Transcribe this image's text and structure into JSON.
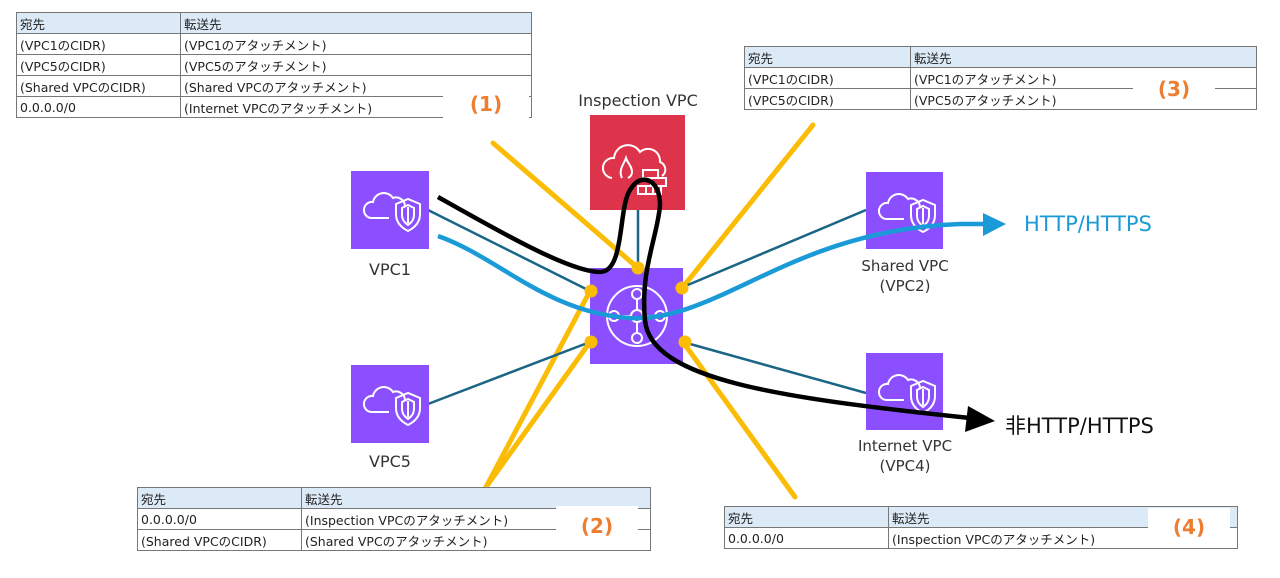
{
  "colors": {
    "vpc_purple": "#8c4fff",
    "inspection_red": "#dd344c",
    "attachment_yellow": "#fbbc05",
    "link_teal": "#1b6585",
    "http_blue": "#1a9bd7",
    "non_http_black": "#000000",
    "table_header_bg": "#dce9f6",
    "tag_orange": "#ed7d31"
  },
  "nodes": {
    "vpc1": {
      "label": "VPC1",
      "icon": "vpc-shield-icon"
    },
    "vpc5": {
      "label": "VPC5",
      "icon": "vpc-shield-icon"
    },
    "inspection": {
      "label": "Inspection VPC",
      "icon": "network-firewall-icon"
    },
    "tgw": {
      "label": "",
      "icon": "transit-gateway-icon"
    },
    "shared": {
      "label_line1": "Shared VPC",
      "label_line2": "(VPC2)",
      "icon": "vpc-shield-icon"
    },
    "internet": {
      "label_line1": "Internet VPC",
      "label_line2": "(VPC4)",
      "icon": "vpc-shield-icon"
    }
  },
  "flows": {
    "http": "HTTP/HTTPS",
    "non_http": "非HTTP/HTTPS"
  },
  "tables": [
    {
      "tag": "(1)",
      "headers": [
        "宛先",
        "転送先"
      ],
      "rows": [
        [
          "(VPC1のCIDR)",
          "(VPC1のアタッチメント)"
        ],
        [
          "(VPC5のCIDR)",
          "(VPC5のアタッチメント)"
        ],
        [
          "(Shared VPCのCIDR)",
          "(Shared VPCのアタッチメント)"
        ],
        [
          "0.0.0.0/0",
          "(Internet VPCのアタッチメント)"
        ]
      ]
    },
    {
      "tag": "(2)",
      "headers": [
        "宛先",
        "転送先"
      ],
      "rows": [
        [
          "0.0.0.0/0",
          "(Inspection VPCのアタッチメント)"
        ],
        [
          "(Shared VPCのCIDR)",
          "(Shared VPCのアタッチメント)"
        ]
      ]
    },
    {
      "tag": "(3)",
      "headers": [
        "宛先",
        "転送先"
      ],
      "rows": [
        [
          "(VPC1のCIDR)",
          "(VPC1のアタッチメント)"
        ],
        [
          "(VPC5のCIDR)",
          "(VPC5のアタッチメント)"
        ]
      ]
    },
    {
      "tag": "(4)",
      "headers": [
        "宛先",
        "転送先"
      ],
      "rows": [
        [
          "0.0.0.0/0",
          "(Inspection VPCのアタッチメント)"
        ]
      ]
    }
  ]
}
